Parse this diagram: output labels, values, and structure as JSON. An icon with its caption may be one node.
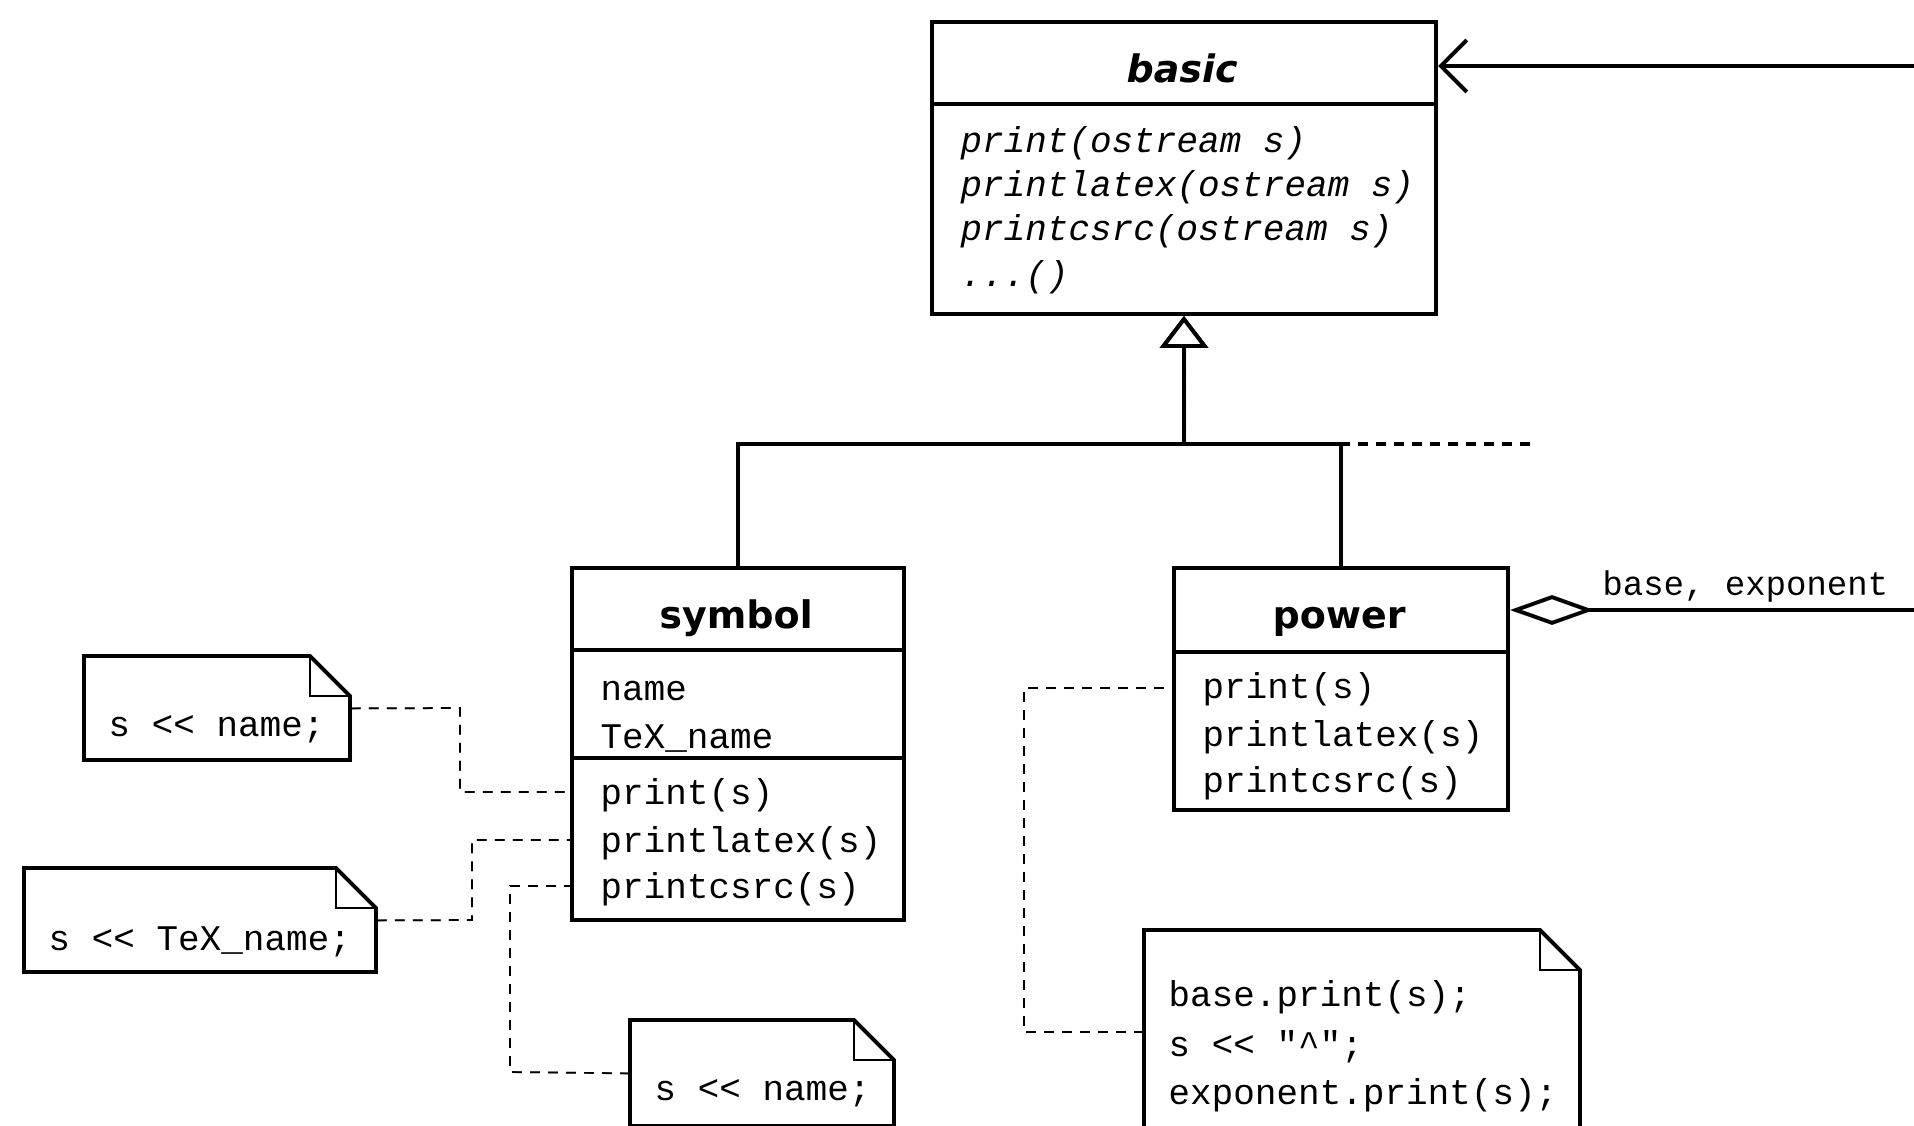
{
  "diagram": {
    "nodes": [
      {
        "text": [
          "basic",
          "print(ostream s)",
          "printlatex(ostream s)",
          "printcsrc(ostream s)",
          "...()"
        ]
      },
      {
        "text": [
          "symbol",
          "name",
          "TeX_name",
          "print(s)",
          "printlatex(s)",
          "printcsrc(s)"
        ]
      },
      {
        "text": [
          "power",
          "print(s)",
          "printlatex(s)",
          "printcsrc(s)"
        ]
      },
      {
        "text": [
          "s << name;"
        ]
      },
      {
        "text": [
          "s << TeX_name;"
        ]
      },
      {
        "text": [
          "s << name;"
        ]
      },
      {
        "text": [
          "base.print(s);",
          "s << \"^\";",
          "exponent.print(s);"
        ]
      }
    ],
    "edges": [
      {
        "from": null,
        "to": 0,
        "arrow": "to"
      },
      {
        "from": 1,
        "to": 0,
        "arrow": "to"
      },
      {
        "from": 2,
        "to": 0,
        "arrow": "to"
      },
      {
        "from": null,
        "to": 0,
        "arrow": "to",
        "style": "dashed"
      },
      {
        "from": 2,
        "to": null,
        "arrow": "other",
        "label": "base, exponent"
      },
      {
        "from": 3,
        "to": 1,
        "arrow": "none",
        "style": "dashed"
      },
      {
        "from": 4,
        "to": 1,
        "arrow": "none",
        "style": "dashed"
      },
      {
        "from": 5,
        "to": 1,
        "arrow": "none",
        "style": "dashed"
      },
      {
        "from": 6,
        "to": 2,
        "arrow": "none",
        "style": "dashed"
      }
    ]
  }
}
